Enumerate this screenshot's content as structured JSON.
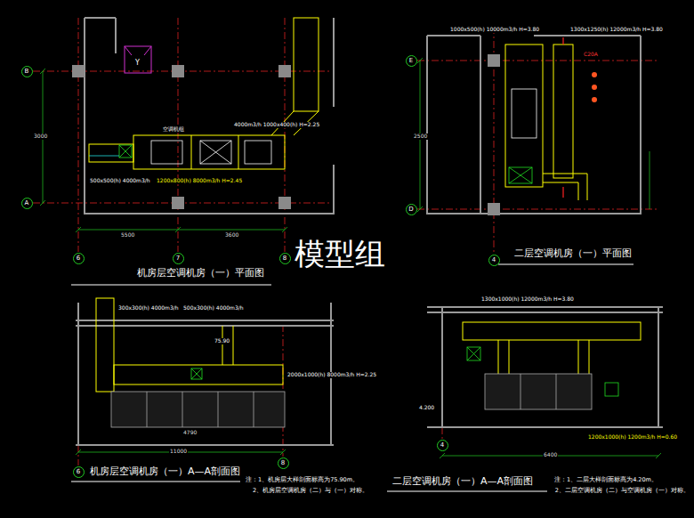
{
  "diagram": {
    "nodes": [
      {
        "text": [
          "B"
        ]
      },
      {
        "text": [
          "A"
        ]
      },
      {
        "text": [
          "6"
        ]
      },
      {
        "text": [
          "7"
        ]
      },
      {
        "text": [
          "8"
        ]
      },
      {
        "text": [
          "E"
        ]
      },
      {
        "text": [
          "D"
        ]
      },
      {
        "text": [
          "4"
        ]
      },
      {
        "text": [
          "6"
        ]
      },
      {
        "text": [
          "8"
        ]
      },
      {
        "text": [
          "4"
        ]
      }
    ],
    "labels": [
      "机房层空调机房（一）平面图",
      "二层空调机房（一）平面图",
      "机房层空调机房（一）A—A剖面图",
      "二层空调机房（一）A—A剖面图",
      "模型组",
      "注：1、机房层大样剖面标高为75.90m。",
      "2、机房层空调机房（二）与（一）对称。",
      "注：1、二层大样剖面标高为4.20m。",
      "2、二层空调机房（二）与空调机房（一）对称。",
      "5500",
      "3600",
      "3000",
      "2500",
      "11000",
      "4790",
      "6400",
      "空调机组",
      "4000m3/h 1000x400(h) H=2.25",
      "1200x800(h) 8000m3/h H=2.45",
      "500x500(h) 4000m3/h",
      "1000x500(h) 10000m3/h H=3.80",
      "C20A",
      "75.90",
      "300x300(h) 4000m3/h",
      "500x300(h) 4000m3/h",
      "1300x1000(h) 12000m3/h H=3.80",
      "1200x1000(h) 1200m3/h H=0.60",
      "Y",
      "4.200",
      "2000x1000(h) 8000m3/h H=2.25",
      "1300x1250(h) 12000m3/h H=3.80"
    ]
  }
}
